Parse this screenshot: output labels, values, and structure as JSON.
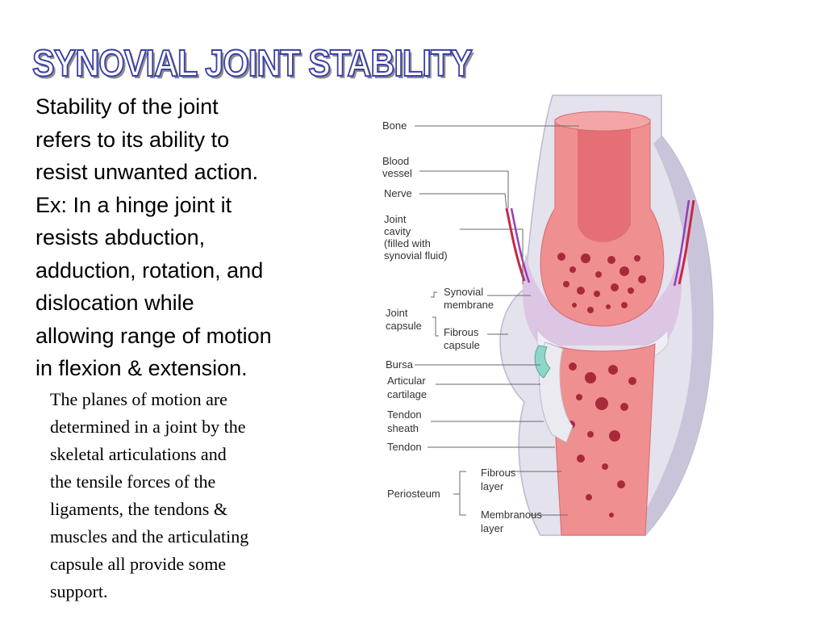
{
  "title": "SYNOVIAL JOINT STABILITY",
  "main_text": {
    "lines": [
      "Stability of the joint",
      "refers to its ability to",
      "resist unwanted action.",
      "Ex: In a hinge joint it",
      "resists abduction,",
      "adduction, rotation, and",
      "dislocation while",
      "allowing range of motion",
      "in flexion & extension."
    ]
  },
  "secondary_text": {
    "lines": [
      "The planes of motion are",
      "determined in a joint by the",
      "skeletal articulations and",
      "the tensile forces of the",
      "ligaments, the tendons &",
      "muscles and the articulating",
      "capsule all provide some",
      "support."
    ]
  },
  "diagram": {
    "labels": {
      "bone": "Bone",
      "blood_vessel": [
        "Blood",
        "vessel"
      ],
      "nerve": "Nerve",
      "joint_cavity": [
        "Joint",
        "cavity",
        "(filled with",
        "synovial fluid)"
      ],
      "synovial_membrane": [
        "Synovial",
        "membrane"
      ],
      "joint_capsule": [
        "Joint",
        "capsule"
      ],
      "fibrous_capsule": [
        "Fibrous",
        "capsule"
      ],
      "bursa": "Bursa",
      "articular_cartilage": [
        "Articular",
        "cartilage"
      ],
      "tendon_sheath": [
        "Tendon",
        "sheath"
      ],
      "tendon": "Tendon",
      "periosteum": "Periosteum",
      "fibrous_layer": [
        "Fibrous",
        "layer"
      ],
      "membranous_layer": [
        "Membranous",
        "layer"
      ]
    },
    "colors": {
      "bone": "#f08f8f",
      "bone_dark": "#e46f75",
      "spongy_holes": "#a82a3a",
      "capsule": "#e4e2ec",
      "capsule_shade": "#c9c4da",
      "cavity": "#dcc6e4",
      "vessel_red": "#c82646",
      "nerve_purple": "#9b3cb4",
      "bursa": "#8fd6c6"
    }
  }
}
